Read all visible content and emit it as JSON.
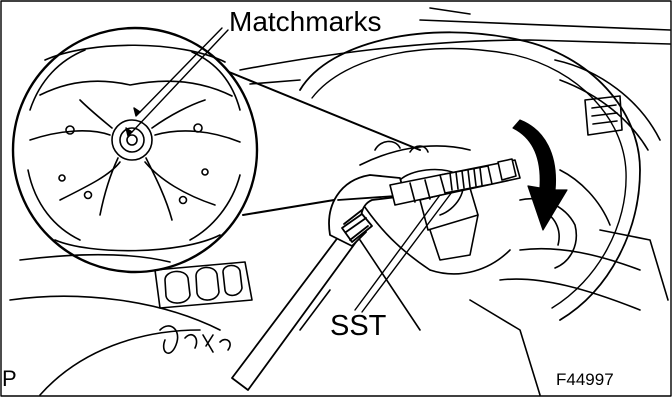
{
  "labels": {
    "matchmarks": "Matchmarks",
    "sst": "SST",
    "corner": "P",
    "figure_code": "F44997"
  },
  "colors": {
    "line": "#000000",
    "background": "#ffffff",
    "arrow_fill": "#000000"
  },
  "icons": {
    "rotation_arrow": "curved-arrow-clockwise-icon",
    "wrench": "adjustable-wrench-icon"
  }
}
